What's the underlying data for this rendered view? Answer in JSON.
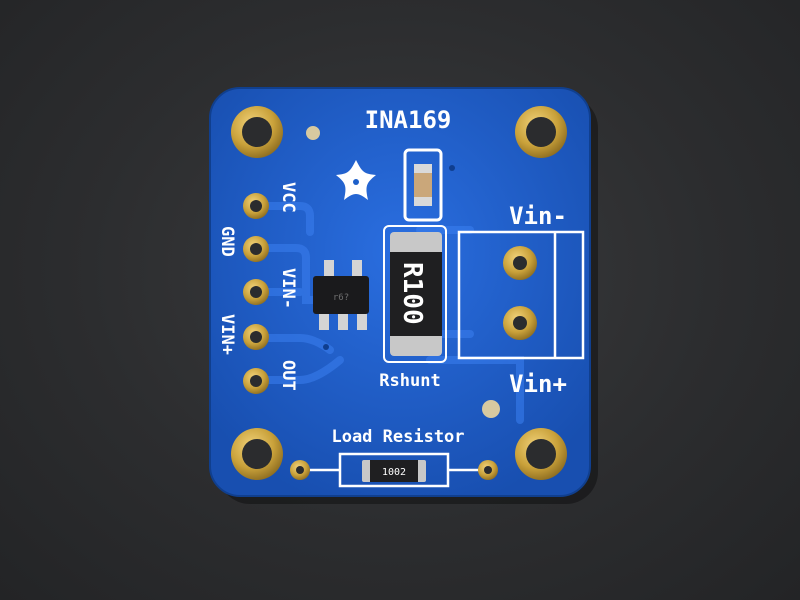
{
  "board": {
    "title": "INA169",
    "pins_left": [
      "VCC",
      "GND",
      "VIN-",
      "VIN+",
      "OUT"
    ],
    "vin_minus_label": "Vin-",
    "vin_plus_label": "Vin+",
    "rshunt_label": "Rshunt",
    "shunt_marking": "R100",
    "load_label": "Load Resistor",
    "load_marking": "1002",
    "ic_marking": "r6?"
  },
  "colors": {
    "background": "#2c2d2f",
    "pcb_blue": "#1d5fc9",
    "silkscreen": "#ffffff",
    "gold_pad": "#c9a13a"
  }
}
